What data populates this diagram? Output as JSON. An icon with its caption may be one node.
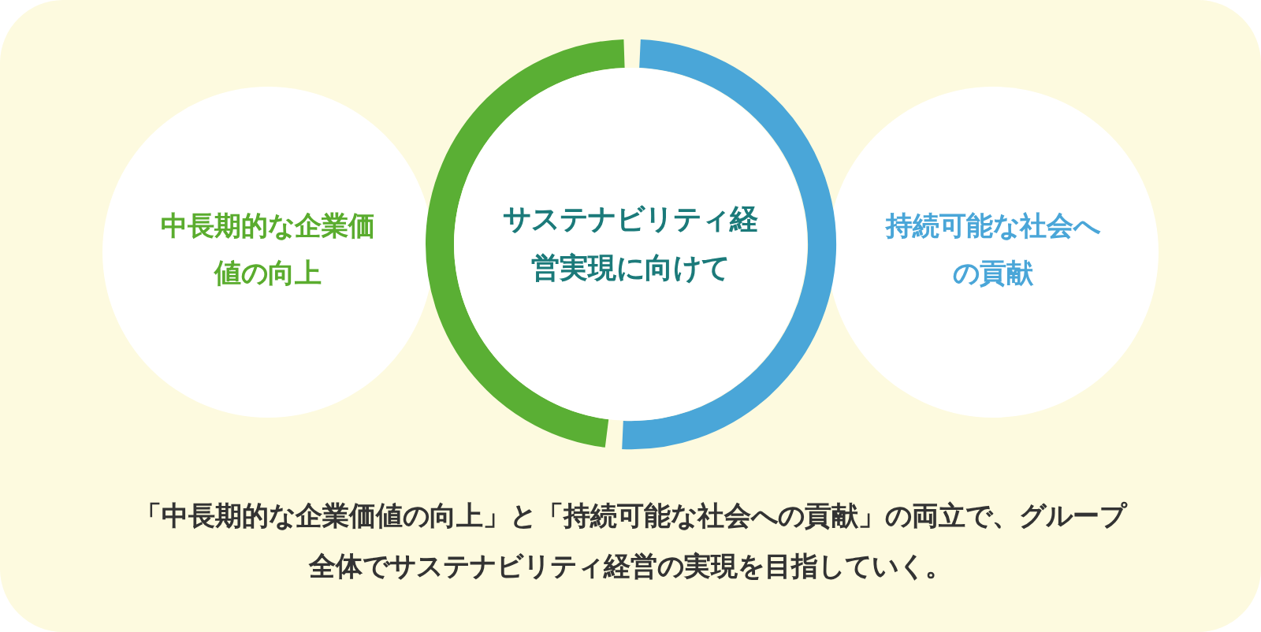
{
  "diagram": {
    "nodes": [
      {
        "text": [
          "中長期的な企業価値の向上"
        ]
      },
      {
        "text": [
          "サステナビリティ経営実現に向けて"
        ]
      },
      {
        "text": [
          "持続可能な社会への貢献"
        ]
      }
    ],
    "caption": "「中長期的な企業価値の向上」と「持続可能な社会への貢献」の両立で、グループ全体でサステナビリティ経営の実現を目指していく。"
  }
}
